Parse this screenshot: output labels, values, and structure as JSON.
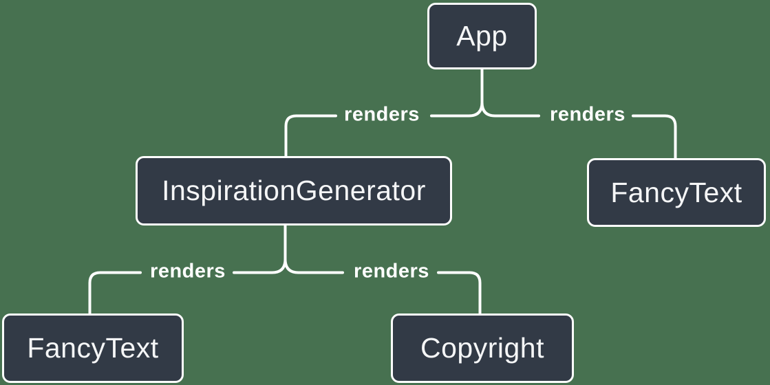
{
  "diagram": {
    "type": "tree",
    "nodes": [
      {
        "id": "app",
        "label": "App"
      },
      {
        "id": "inspiration-generator",
        "label": "InspirationGenerator"
      },
      {
        "id": "fancy-text-top-right",
        "label": "FancyText"
      },
      {
        "id": "fancy-text-bottom-left",
        "label": "FancyText"
      },
      {
        "id": "copyright",
        "label": "Copyright"
      }
    ],
    "edges": [
      {
        "from": "App",
        "to": "InspirationGenerator",
        "label": "renders"
      },
      {
        "from": "App",
        "to": "FancyText",
        "label": "renders"
      },
      {
        "from": "InspirationGenerator",
        "to": "FancyText",
        "label": "renders"
      },
      {
        "from": "InspirationGenerator",
        "to": "Copyright",
        "label": "renders"
      }
    ],
    "colors": {
      "background": "#477150",
      "node_fill": "#323A46",
      "node_border": "#FFFFFF",
      "line": "#FFFFFF",
      "node_text": "#F5F6F7",
      "edge_label_text": "#FFFFFF"
    }
  }
}
